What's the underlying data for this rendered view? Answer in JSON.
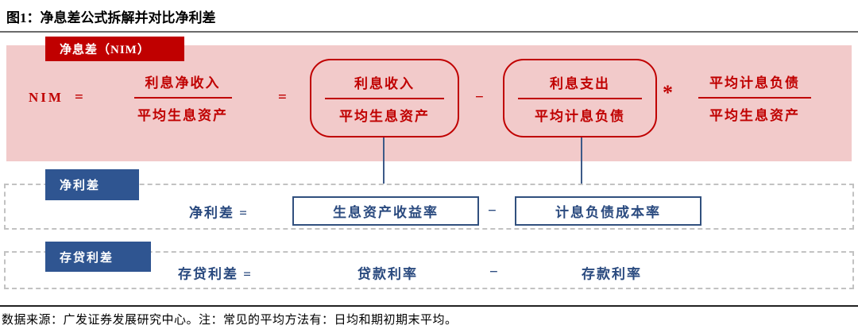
{
  "title": "图1：净息差公式拆解并对比净利差",
  "nim": {
    "label": "净息差（NIM）",
    "lhs": "NIM",
    "eq1": "=",
    "frac1": {
      "num": "利息净收入",
      "den": "平均生息资产"
    },
    "eq2": "=",
    "box1": {
      "num": "利息收入",
      "den": "平均生息资产"
    },
    "minus": "−",
    "box2": {
      "num": "利息支出",
      "den": "平均计息负债"
    },
    "star": "*",
    "frac2": {
      "num": "平均计息负债",
      "den": "平均生息资产"
    }
  },
  "net_spread": {
    "label": "净利差",
    "lhs": "净利差 =",
    "term1": "生息资产收益率",
    "minus": "−",
    "term2": "计息负债成本率"
  },
  "deposit_loan_spread": {
    "label": "存贷利差",
    "lhs": "存贷利差 =",
    "term1": "贷款利率",
    "minus": "−",
    "term2": "存款利率"
  },
  "footer": "数据来源：广发证券发展研究中心。注：常见的平均方法有：日均和期初期末平均。",
  "colors": {
    "accent_red": "#C00000",
    "panel_pink": "#F2CACA",
    "label_navy": "#2F5591",
    "text_navy": "#2A4A7F"
  }
}
